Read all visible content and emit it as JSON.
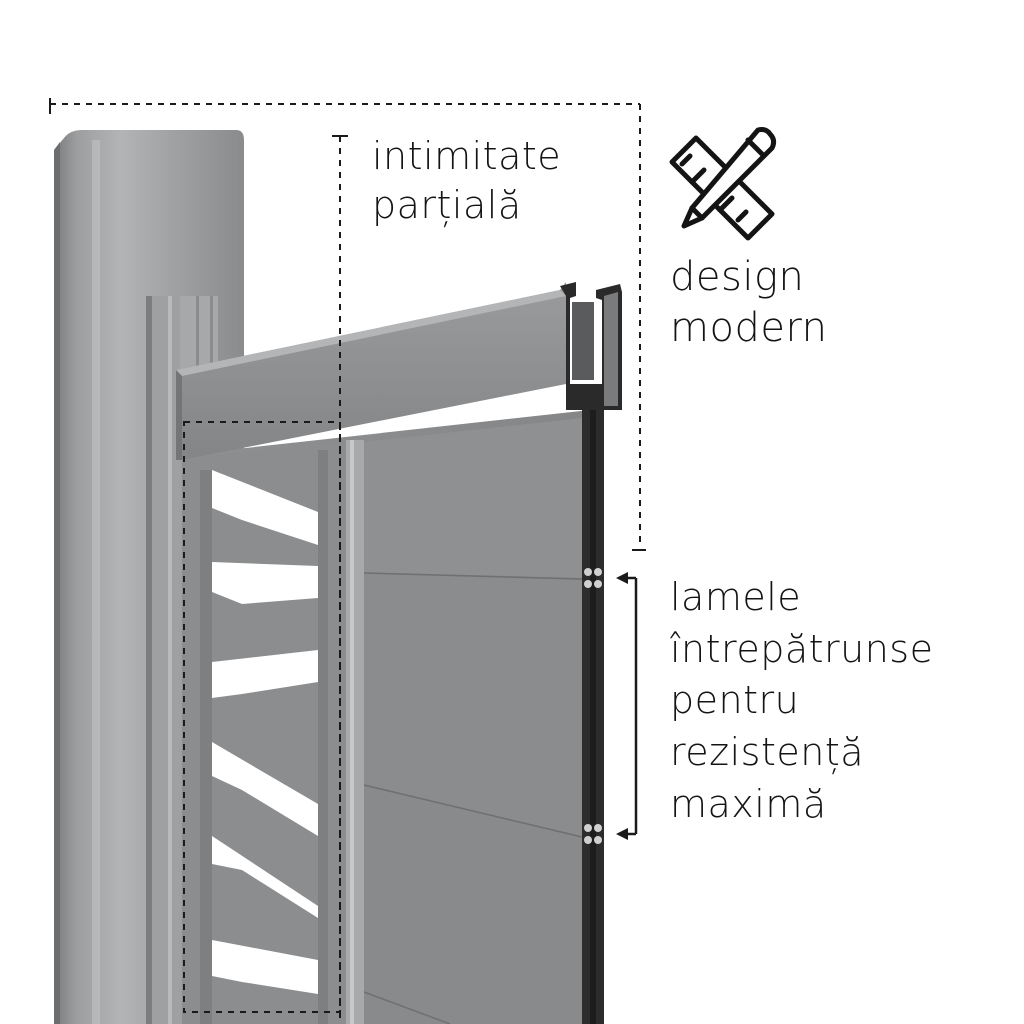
{
  "labels": {
    "privacy": {
      "line1": "intimitate",
      "line2": "parțială"
    },
    "design": {
      "line1": "design",
      "line2": "modern"
    },
    "slats": {
      "line1": "lamele",
      "line2": "întrepătrunse",
      "line3": "pentru",
      "line4": "rezistență",
      "line5": "maximă"
    }
  },
  "icons": {
    "design": "ruler-and-pencil-crossed-icon"
  },
  "colors": {
    "text": "#141414",
    "dashed_guides": "#1a1a1a",
    "metal_light": "#a9aaac",
    "metal_mid": "#8e8f91",
    "metal_dark": "#6f7072",
    "frame_edge": "#2b2b2b"
  }
}
